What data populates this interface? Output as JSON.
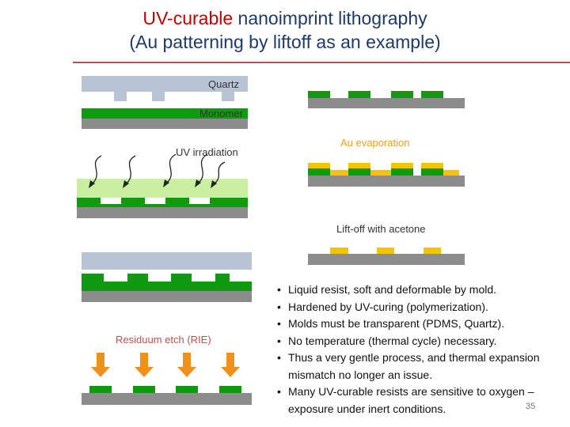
{
  "title": {
    "line1_highlight": "UV-curable",
    "line1_rest": " nanoimprint lithography",
    "line2": "(Au patterning by liftoff as an example)"
  },
  "labels": {
    "quartz": "Quartz",
    "monomer": "Monomer",
    "uv": "UV irradiation",
    "au": "Au evaporation",
    "liftoff": "Lift-off with acetone",
    "rie": "Residuum etch (RIE)"
  },
  "bullets": [
    "Liquid resist, soft and deformable by mold.",
    "Hardened by UV-curing (polymerization).",
    "Molds must be transparent (PDMS, Quartz).",
    "No temperature (thermal cycle) necessary.",
    "Thus a very gentle process, and thermal expansion mismatch no longer an issue.",
    "Many UV-curable resists are sensitive to oxygen – exposure under inert conditions."
  ],
  "page_number": "35",
  "colors": {
    "title": "#1f3a64",
    "highlight": "#c00000",
    "quartz": "#b8c4d6",
    "resist": "#109a10",
    "substrate": "#8c8c8c",
    "uv_glow": "#c8f0a0",
    "gold": "#f5c400",
    "arrow": "#f0901c",
    "rule": "#c0504d"
  }
}
